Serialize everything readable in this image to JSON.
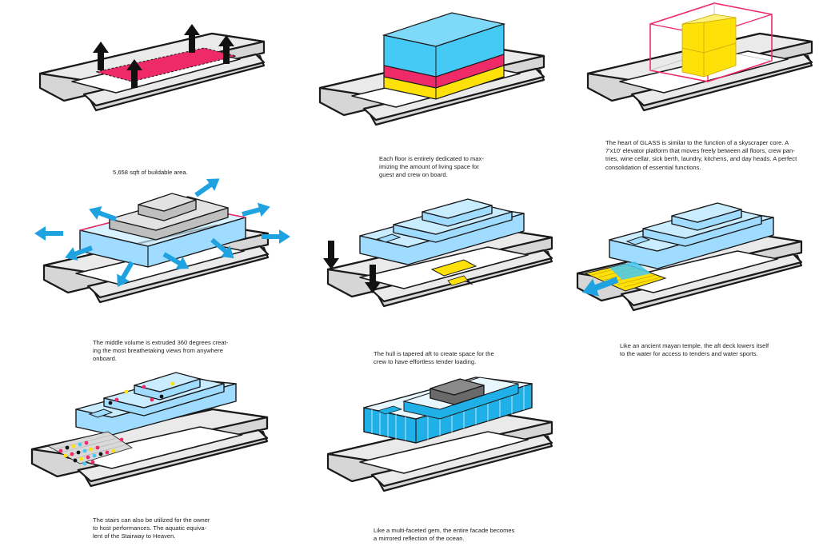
{
  "captions": [
    {
      "id": "buildable-area",
      "text": "5,658 sqft of buildable area."
    },
    {
      "id": "floors",
      "text": "Each floor is entirely dedicated to max-\nimizing the amount of living space for\nguest and crew on board."
    },
    {
      "id": "core",
      "text": "The heart of GLASS is similar to the function of a skyscraper core. A\n7'x10' elevator platform that moves freely between all floors, crew pan-\ntries, wine cellar, sick berth, laundry, kitchens, and day heads. A perfect\nconsolidation of essential functions."
    },
    {
      "id": "extruded",
      "text": "The middle volume is extruded 360 degrees creat-\ning the most breathetaking views from anywhere\nonboard."
    },
    {
      "id": "tapered",
      "text": "The hull is tapered aft to create space for the\ncrew to have effortless tender loading."
    },
    {
      "id": "mayan",
      "text": "Like an ancient mayan temple, the aft deck lowers itself\nto the water for access to tenders and water sports."
    },
    {
      "id": "stairs",
      "text": "The stairs can also be utilized for the owner\nto host performances. The aquatic equiva-\nlent of the Stairway to Heaven."
    },
    {
      "id": "facade",
      "text": "Like a multi-faceted gem, the entire facade becomes\na mirrored reflection of the ocean."
    }
  ],
  "colors": {
    "magenta": "#ef2a68",
    "cyan": "#45c9f5",
    "yellow": "#ffe10a",
    "light_blue": "#c9ecff",
    "arrow_blue": "#1fa3e0",
    "black": "#111111"
  },
  "icons": [
    "up-arrow-icon",
    "down-arrow-icon",
    "outward-arrow-icon"
  ]
}
